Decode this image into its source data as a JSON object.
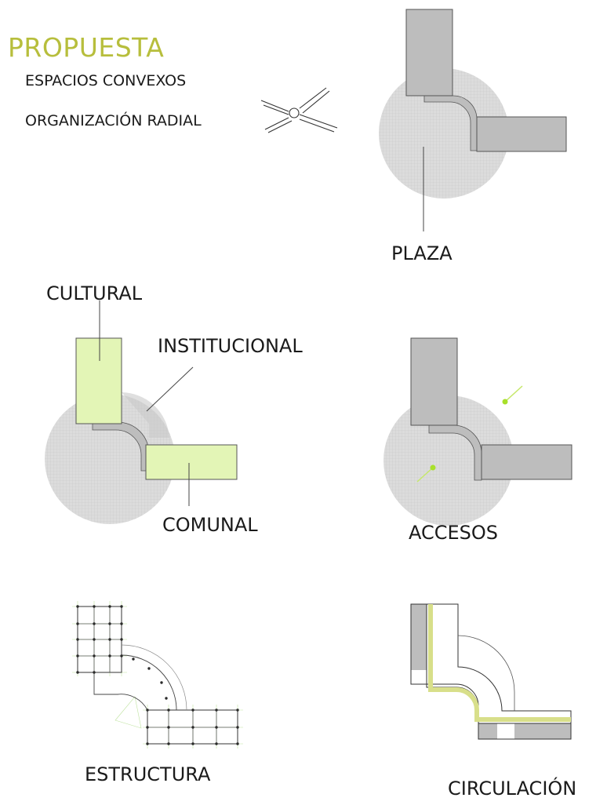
{
  "title": "PROPUESTA",
  "subtitle_1": "ESPACIOS CONVEXOS",
  "subtitle_2": "ORGANIZACIÓN RADIAL",
  "labels": {
    "plaza": "PLAZA",
    "cultural": "CULTURAL",
    "institucional": "INSTITUCIONAL",
    "comunal": "COMUNAL",
    "accesos": "ACCESOS",
    "estructura": "ESTRUCTURA",
    "circulacion": "CIRCULACIÓN"
  },
  "colors": {
    "title": "#b7be3c",
    "block_gray": "#bdbdbd",
    "plaza_fill": "#dedede",
    "accent_green": "#e3f5b6",
    "access_dot": "#a8e02a",
    "circulation_path": "#d8df8a"
  }
}
